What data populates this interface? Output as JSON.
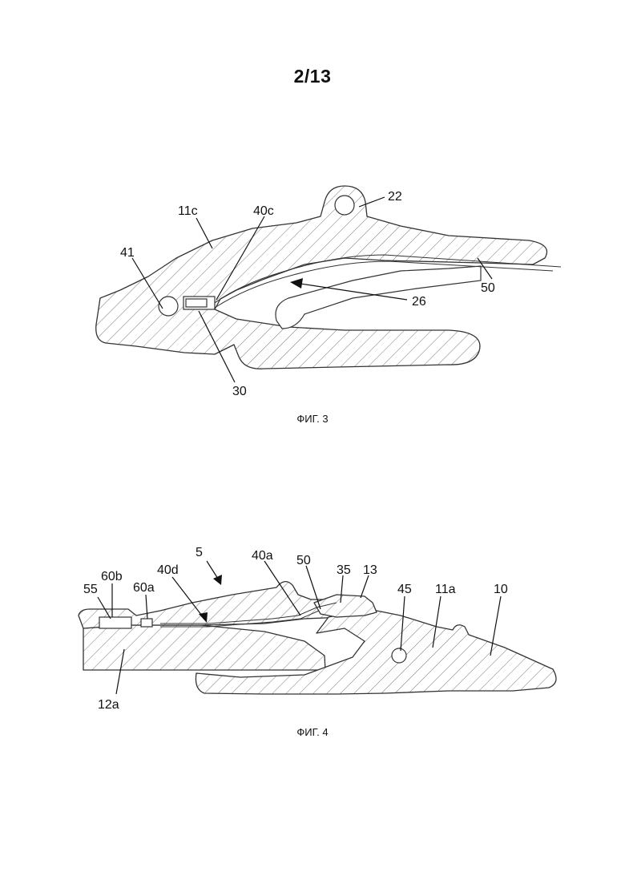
{
  "page_number": "2/13",
  "figure3": {
    "caption": "ФИГ. 3",
    "labels": {
      "l22": "22",
      "l11c": "11c",
      "l40c": "40c",
      "l41": "41",
      "l26": "26",
      "l50": "50",
      "l30": "30"
    }
  },
  "figure4": {
    "caption": "ФИГ. 4",
    "labels": {
      "l5": "5",
      "l40a": "40a",
      "l50": "50",
      "l35": "35",
      "l13": "13",
      "l60b": "60b",
      "l60a": "60a",
      "l40d": "40d",
      "l55": "55",
      "l45": "45",
      "l11a": "11a",
      "l10": "10",
      "l12a": "12a"
    }
  }
}
